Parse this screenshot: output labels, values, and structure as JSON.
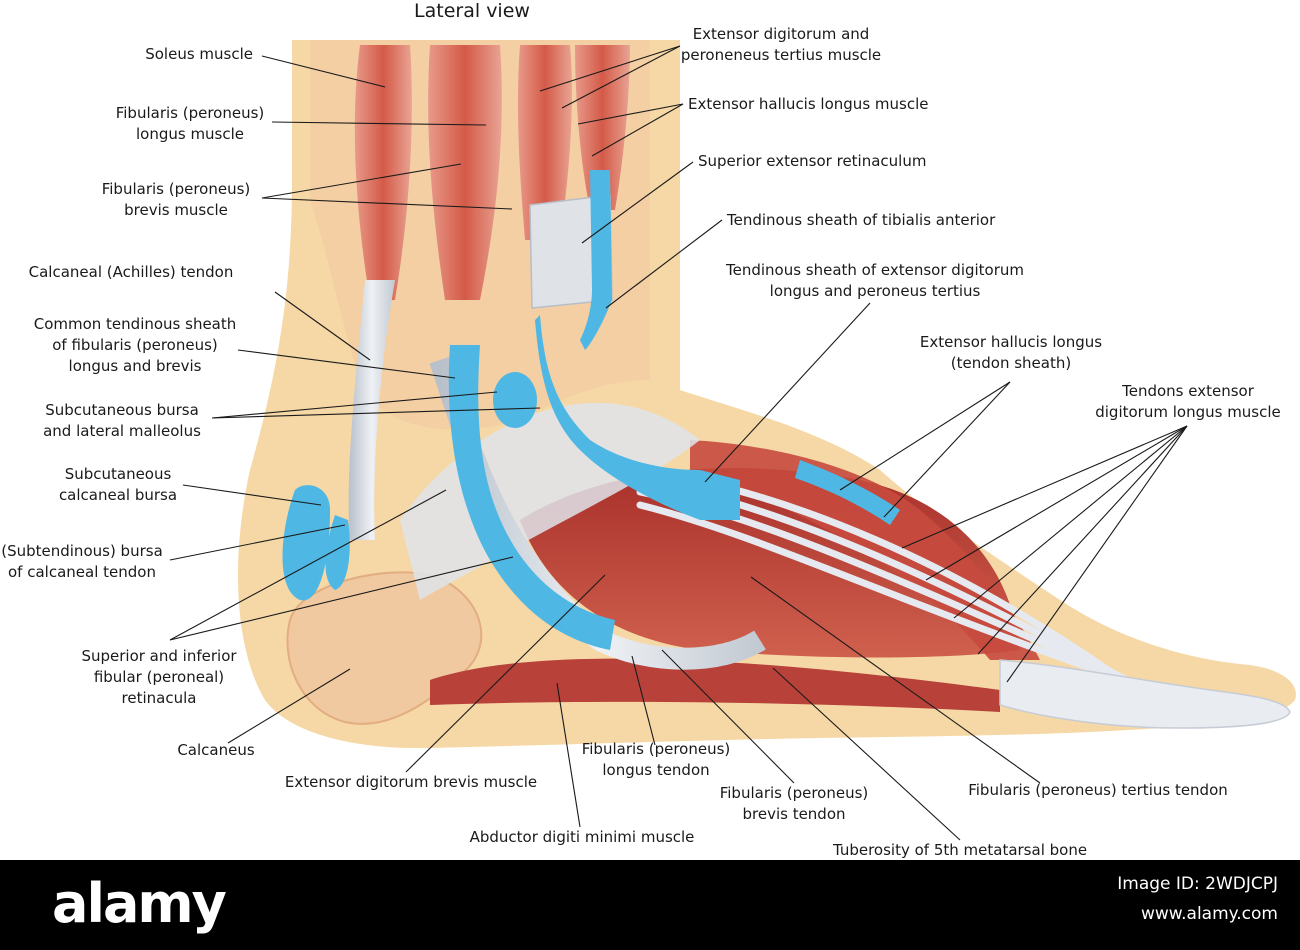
{
  "title": "Lateral view",
  "labels": {
    "soleus": "Soleus muscle",
    "fib_longus_muscle": "Fibularis (peroneus)\nlongus muscle",
    "fib_brevis_muscle": "Fibularis (peroneus)\nbrevis muscle",
    "achilles": "Calcaneal (Achilles) tendon",
    "common_sheath": "Common tendinous sheath\nof fibularis (peroneus)\nlongus and brevis",
    "subcut_bursa_malleolus": "Subcutaneous bursa\nand lateral malleolus",
    "subcut_calcaneal_bursa": "Subcutaneous\ncalcaneal bursa",
    "subtendinous_bursa": "(Subtendinous) bursa\nof calcaneal tendon",
    "retinacula": "Superior and inferior\nfibular (peroneal)\nretinacula",
    "calcaneus": "Calcaneus",
    "ext_dig_brevis": "Extensor digitorum brevis muscle",
    "abductor": "Abductor digiti minimi muscle",
    "fib_longus_tendon": "Fibularis (peroneus)\nlongus tendon",
    "fib_brevis_tendon": "Fibularis (peroneus)\nbrevis tendon",
    "tuberosity": "Tuberosity of 5th metatarsal bone",
    "fib_tertius_tendon": "Fibularis (peroneus) tertius tendon",
    "ext_dig_peron_tert": "Extensor digitorum and\nperoneneus tertius muscle",
    "ext_hall_longus_muscle": "Extensor hallucis longus muscle",
    "sup_ext_retinaculum": "Superior extensor retinaculum",
    "sheath_tib_ant": "Tendinous sheath of tibialis anterior",
    "sheath_ext_dig": "Tendinous sheath of extensor digitorum\nlongus and peroneus tertius",
    "ext_hall_sheath": "Extensor hallucis longus\n(tendon sheath)",
    "tendons_ext_dig": "Tendons extensor\ndigitorum longus muscle"
  },
  "watermark": {
    "brand": "alamy",
    "image_id": "Image ID: 2WDJCPJ",
    "site": "www.alamy.com"
  },
  "colors": {
    "skin": "#f6d8a6",
    "muscle": "#c0453a",
    "tendon": "#d9dfe6",
    "sheath": "#4fb7e3",
    "bone": "#f0c9a0"
  }
}
